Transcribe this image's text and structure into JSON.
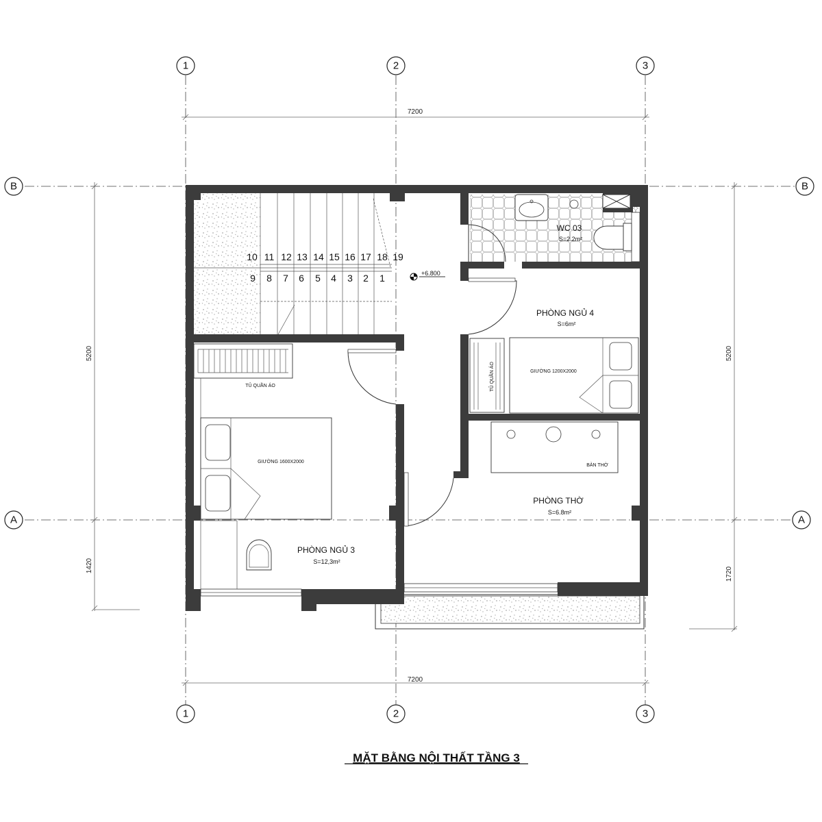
{
  "title": "MẶT BẰNG NỘI THẤT TẦNG 3",
  "grid_axes": {
    "columns": [
      "1",
      "2",
      "3"
    ],
    "rows": [
      "B",
      "A"
    ]
  },
  "dimensions": {
    "top_width": "7200",
    "bottom_width": "7200",
    "left_upper": "5200",
    "left_lower": "1420",
    "right_upper": "5200",
    "right_lower": "1720"
  },
  "level": "+6.800",
  "rooms": {
    "wc": {
      "name": "WC 03",
      "area": "S=2.2m²"
    },
    "bedroom4": {
      "name": "PHÒNG NGỦ 4",
      "area": "S=6m²"
    },
    "bedroom3": {
      "name": "PHÒNG NGỦ 3",
      "area": "S=12,3m²"
    },
    "altar_room": {
      "name": "PHÒNG THỜ",
      "area": "S=6.8m²"
    }
  },
  "furniture": {
    "wardrobe_left": "TỦ QUẦN ÁO",
    "wardrobe_right": "TỦ QUẦN ÁO",
    "bed_large": "GIƯỜNG 1600X2000",
    "bed_small": "GIƯỜNG 1200X2000",
    "altar": "BÀN THỜ"
  },
  "stairs": {
    "upper_steps": [
      "10",
      "11",
      "12",
      "13",
      "14",
      "15",
      "16",
      "17",
      "18",
      "19"
    ],
    "lower_steps": [
      "9",
      "8",
      "7",
      "6",
      "5",
      "4",
      "3",
      "2",
      "1"
    ]
  }
}
